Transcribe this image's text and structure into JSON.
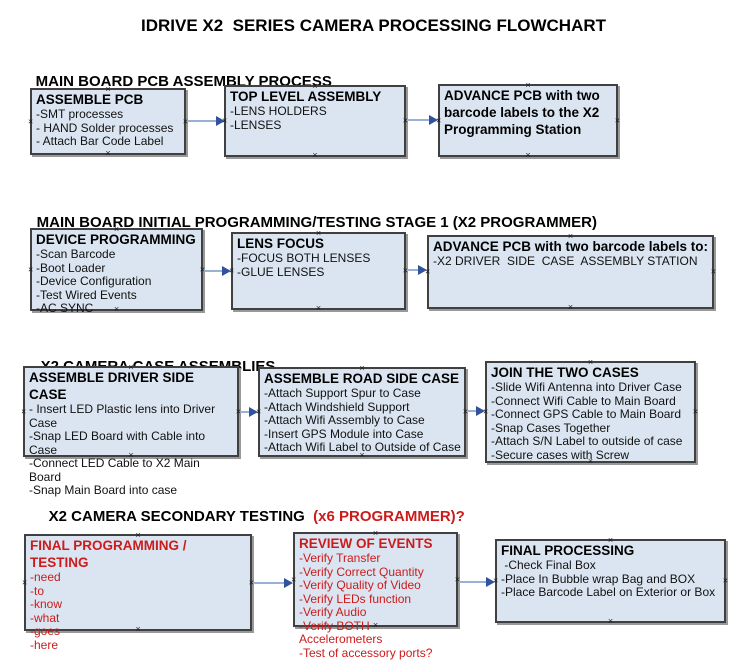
{
  "page_title": "IDRIVE X2  SERIES CAMERA PROCESSING FLOWCHART",
  "colors": {
    "box_fill": "#dbe5f1",
    "box_border": "#404040",
    "accent_red": "#cc1b1b",
    "arrow_line": "#9bb0d6",
    "arrow_head": "#31539b",
    "text": "#000000"
  },
  "sections": [
    {
      "heading": "MAIN BOARD PCB ASSEMBLY PROCESS",
      "boxes": [
        {
          "title": "ASSEMBLE PCB",
          "items": [
            "-SMT processes",
            "- HAND Solder processes",
            "- Attach Bar Code Label"
          ]
        },
        {
          "title": "TOP LEVEL ASSEMBLY",
          "items": [
            "-LENS HOLDERS",
            "-LENSES"
          ]
        },
        {
          "title": "ADVANCE PCB with two barcode labels to the X2 Programming Station",
          "items": []
        }
      ]
    },
    {
      "heading": "MAIN BOARD INITIAL PROGRAMMING/TESTING STAGE 1 (X2 PROGRAMMER)",
      "boxes": [
        {
          "title": "DEVICE PROGRAMMING",
          "items": [
            "-Scan Barcode",
            "-Boot Loader",
            "-Device Configuration",
            "-Test Wired Events",
            "-AC SYNC"
          ]
        },
        {
          "title": "LENS FOCUS",
          "items": [
            "-FOCUS BOTH LENSES",
            "-GLUE LENSES"
          ]
        },
        {
          "title": "ADVANCE PCB with two barcode labels to:",
          "items": [
            "-X2 DRIVER  SIDE  CASE  ASSEMBLY STATION"
          ]
        }
      ]
    },
    {
      "heading": "X2 CAMERA CASE ASSEMBLIES",
      "boxes": [
        {
          "title": "ASSEMBLE DRIVER SIDE CASE",
          "items": [
            "- Insert LED Plastic lens into Driver Case",
            "-Snap LED Board with Cable into Case",
            "-Connect LED Cable to X2 Main Board",
            "-Snap Main Board into case"
          ]
        },
        {
          "title": "ASSEMBLE ROAD SIDE CASE",
          "items": [
            "-Attach Support Spur to Case",
            "-Attach Windshield Support",
            "-Attach Wifi Assembly to Case",
            "-Insert GPS Module into Case",
            "-Attach Wifi Label to Outside of Case"
          ]
        },
        {
          "title": "JOIN THE TWO CASES",
          "items": [
            "-Slide Wifi Antenna into Driver Case",
            "-Connect Wifi Cable to Main Board",
            "-Connect GPS Cable to Main Board",
            "-Snap Cases Together",
            "-Attach S/N Label to outside of case",
            "-Secure cases with Screw"
          ]
        }
      ]
    },
    {
      "heading": "X2 CAMERA SECONDARY TESTING ",
      "heading_red": " (x6 PROGRAMMER)?",
      "boxes": [
        {
          "title": "FINAL PROGRAMMING / TESTING",
          "items": [
            "-need",
            "-to",
            "-know",
            "-what",
            "-goes",
            "-here"
          ]
        },
        {
          "title": "REVIEW OF EVENTS",
          "items": [
            "-Verify Transfer",
            "-Verify Correct Quantity",
            "-Verify Quality of Video",
            "-Verify LEDs function",
            "-Verify Audio",
            "-Verify BOTH Accelerometers",
            "-Test of accessory ports?"
          ]
        },
        {
          "title": "FINAL PROCESSING",
          "items": [
            " -Check Final Box",
            "-Place In Bubble wrap Bag and BOX",
            "-Place Barcode Label on Exterior or Box"
          ]
        }
      ]
    }
  ]
}
